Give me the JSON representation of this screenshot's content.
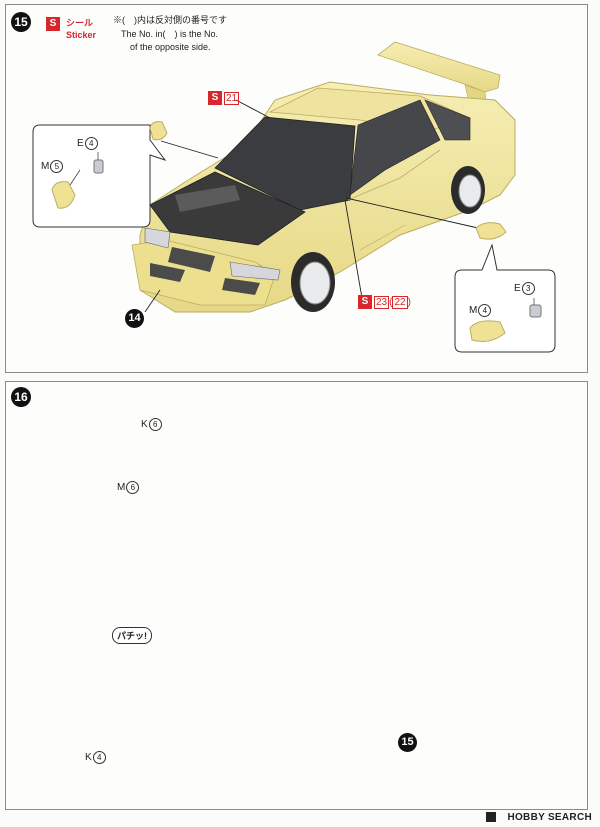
{
  "step15": {
    "number": "15",
    "sticker_badge": "S",
    "sticker_jp": "シール",
    "sticker_en": "Sticker",
    "note_line1": "※(　)内は反対側の番号です",
    "note_line2": "The No. in(　) is the No.",
    "note_line3": "of the opposite side.",
    "sticker_21": "21",
    "sticker_23": "23",
    "sticker_22": "22",
    "ref_step": "14",
    "left_e_letter": "E",
    "left_e_num": "4",
    "left_m_letter": "M",
    "left_m_num": "5",
    "right_e_letter": "E",
    "right_e_num": "3",
    "right_m_letter": "M",
    "right_m_num": "4"
  },
  "step16": {
    "number": "16",
    "k6_letter": "K",
    "k6_num": "6",
    "m6_letter": "M",
    "m6_num": "6",
    "pachi": "パチッ!",
    "k4_letter": "K",
    "k4_num": "4",
    "ref_step": "15"
  },
  "brand": {
    "watermark": "HOBBY SEARCH"
  },
  "colors": {
    "car_body": "#f1e79b",
    "sticker_red": "#d8262c"
  }
}
